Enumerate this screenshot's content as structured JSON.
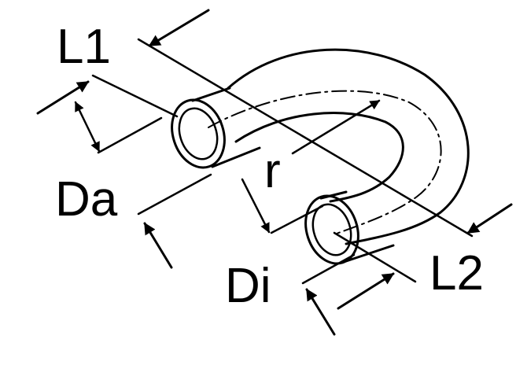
{
  "diagram": {
    "labels": {
      "L1": "L1",
      "L2": "L2",
      "Da": "Da",
      "Di": "Di",
      "r": "r"
    },
    "colors": {
      "stroke": "#000000",
      "background": "#ffffff"
    },
    "figure": "u-bend-tube-icon"
  }
}
